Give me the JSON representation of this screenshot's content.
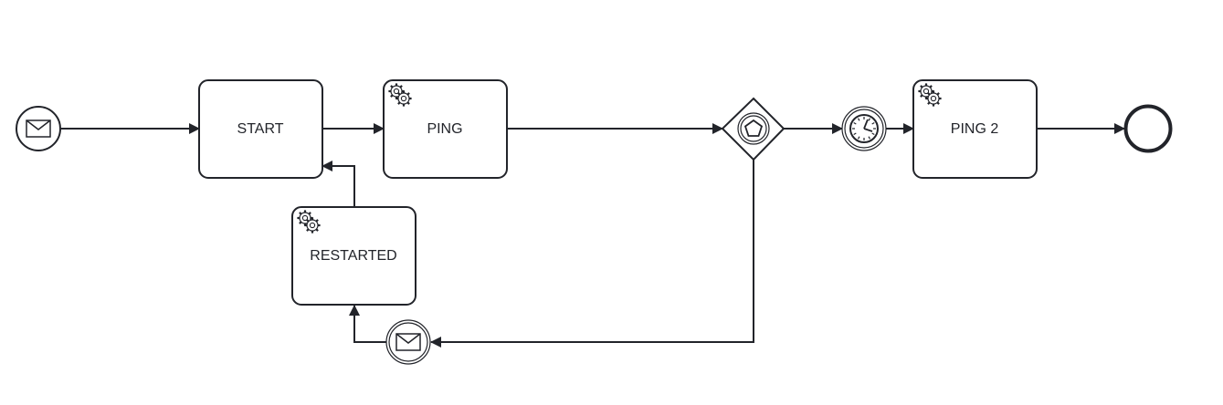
{
  "diagram": {
    "tasks": {
      "start": {
        "label": "START",
        "icon": ""
      },
      "ping": {
        "label": "PING",
        "icon": "gear-icon"
      },
      "restarted": {
        "label": "RESTARTED",
        "icon": "gear-icon"
      },
      "ping2": {
        "label": "PING 2",
        "icon": "gear-icon"
      }
    },
    "events": {
      "start_event": {
        "kind": "message start event",
        "icon": "envelope-icon"
      },
      "timer_event": {
        "kind": "timer intermediate catch event",
        "icon": "clock-icon"
      },
      "message_catch_event": {
        "kind": "message intermediate catch event",
        "icon": "envelope-icon"
      },
      "end_event": {
        "kind": "end event",
        "icon": ""
      }
    },
    "gateway": {
      "kind": "event-based gateway",
      "icon": "pentagon-icon"
    },
    "colors": {
      "stroke": "#22242a",
      "fill": "#ffffff"
    }
  }
}
